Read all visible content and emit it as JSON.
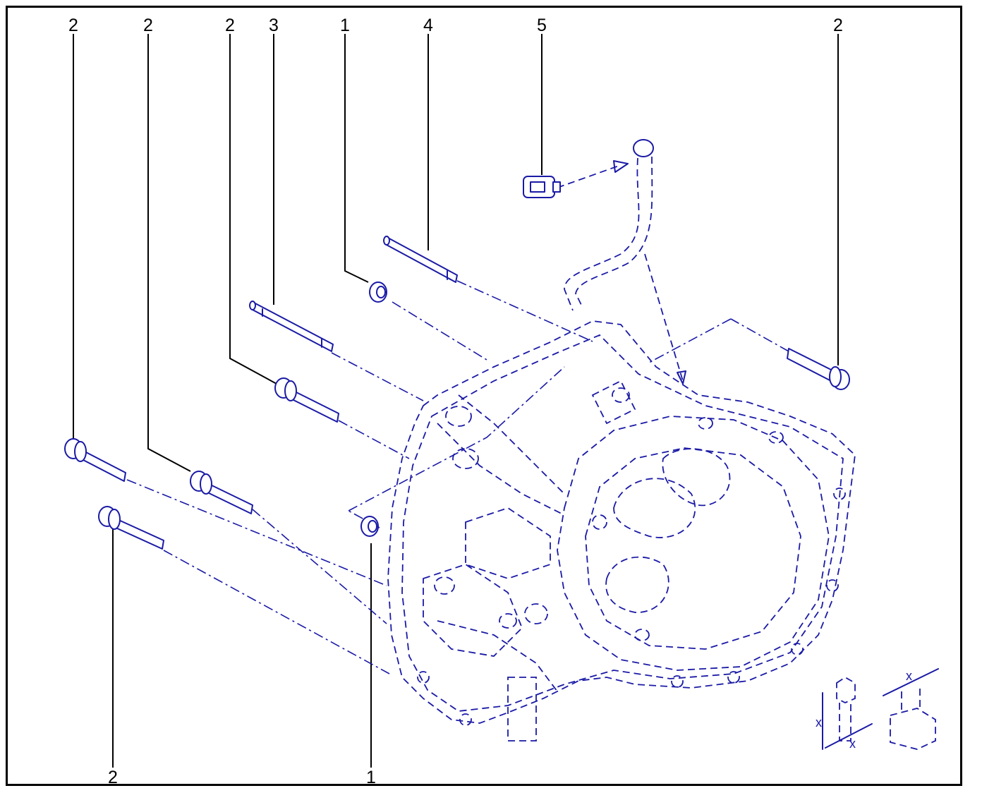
{
  "diagram": {
    "callouts": [
      "2",
      "2",
      "2",
      "3",
      "1",
      "4",
      "5",
      "2",
      "2",
      "1"
    ],
    "detail_dimension_label": "x"
  },
  "colors": {
    "ink": "#1a1aa6",
    "frame": "#000000"
  }
}
